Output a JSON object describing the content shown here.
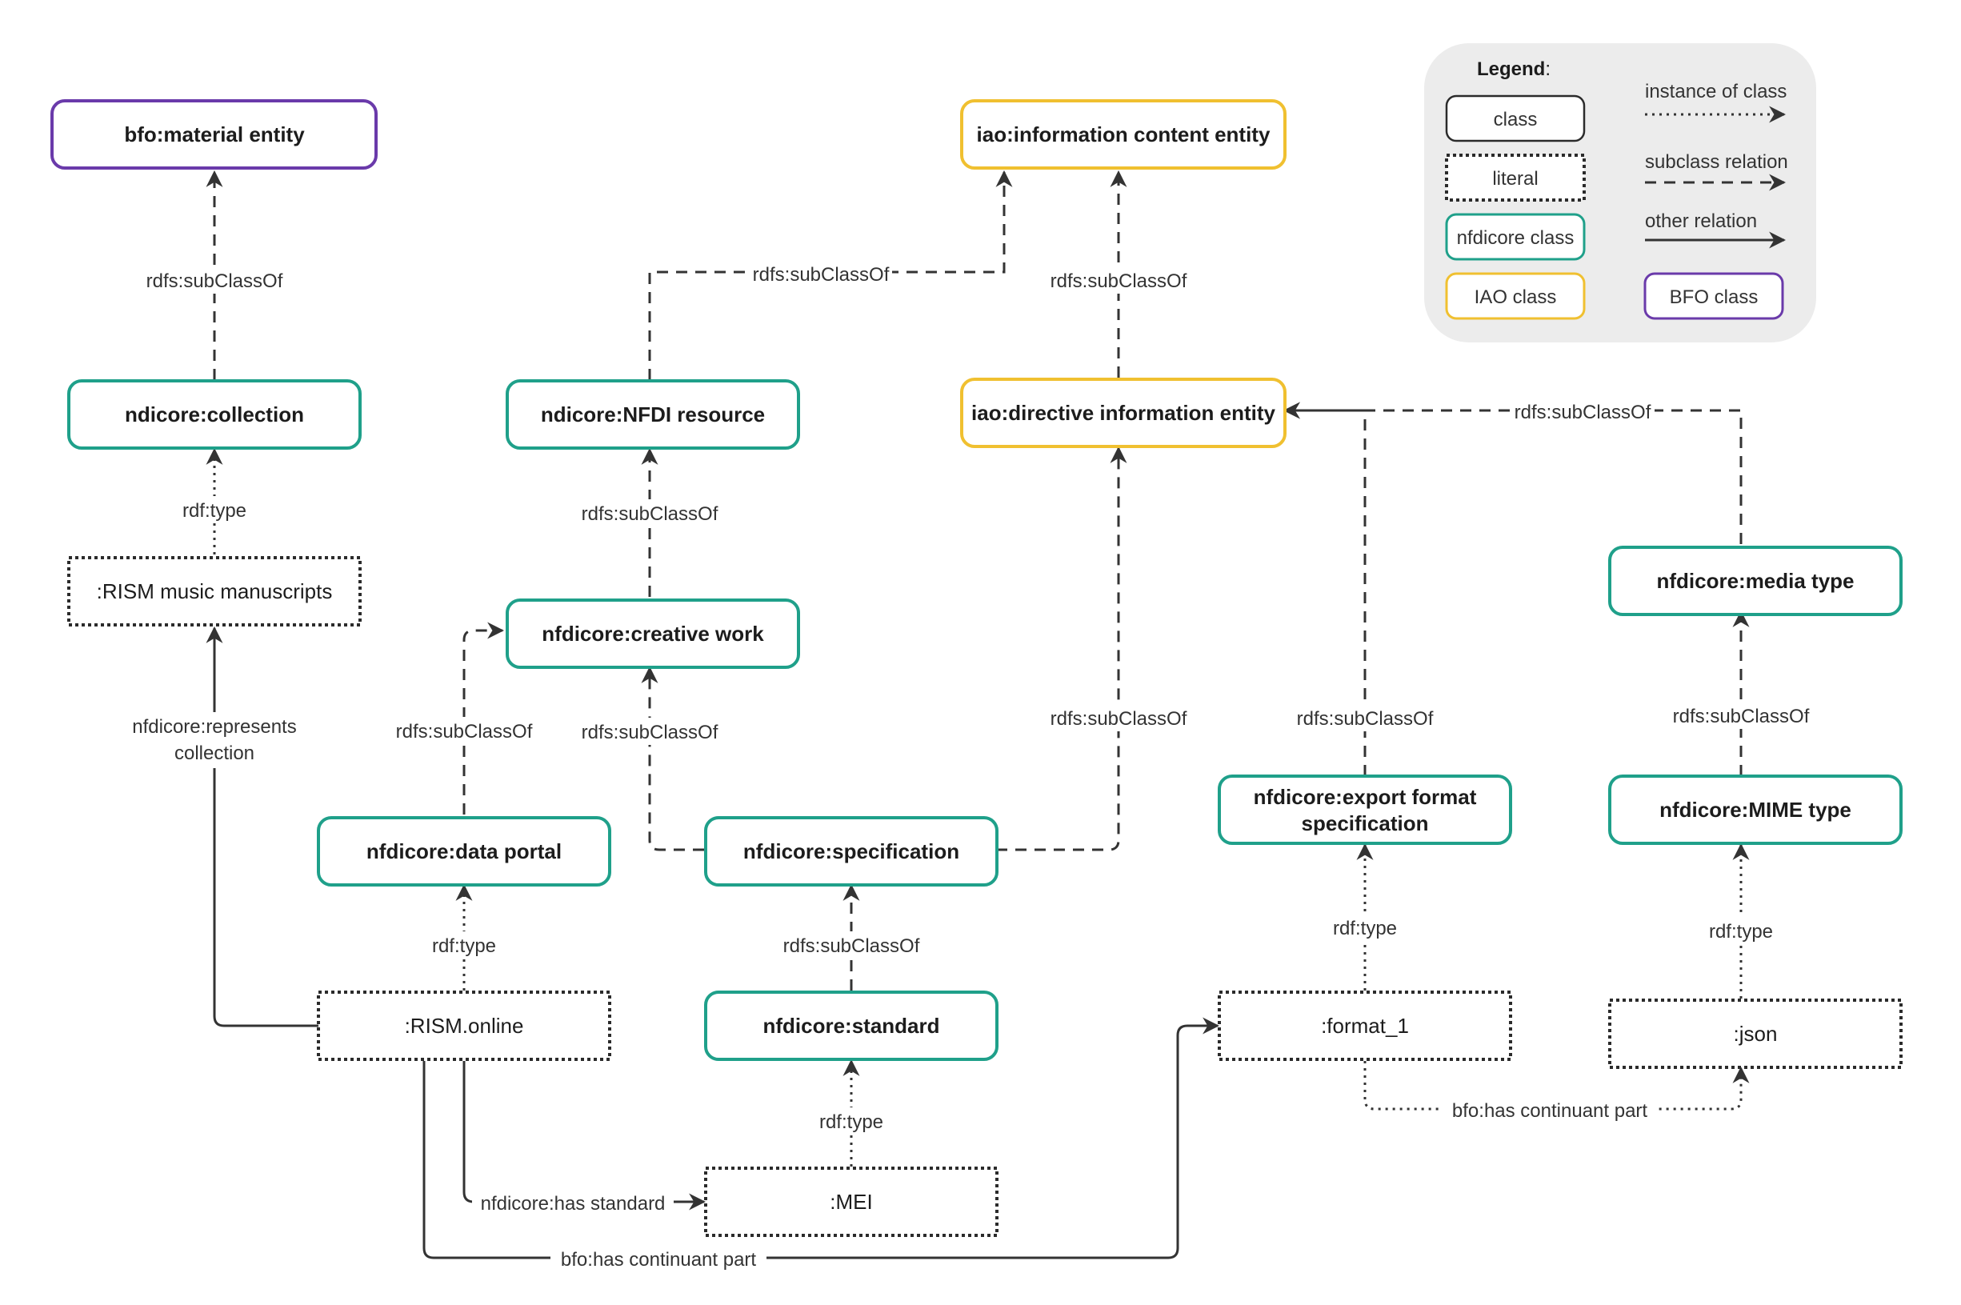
{
  "colors": {
    "class_border": "#2b2b2b",
    "nfdicore_border": "#1fa08a",
    "iao_border": "#f0c030",
    "bfo_border": "#6a3aaa",
    "edge": "#333333",
    "legend_bg": "#ececec"
  },
  "nodes": {
    "bfo_material_entity": "bfo:material entity",
    "iao_ice": "iao:information content entity",
    "ndicore_collection": "ndicore:collection",
    "ndicore_nfdi_resource": "ndicore:NFDI resource",
    "iao_die": "iao:directive information entity",
    "rism_manuscripts": ":RISM music manuscripts",
    "creative_work": "nfdicore:creative work",
    "media_type": "nfdicore:media type",
    "data_portal": "nfdicore:data portal",
    "specification": "nfdicore:specification",
    "export_format_line1": "nfdicore:export format",
    "export_format_line2": "specification",
    "mime_type": "nfdicore:MIME type",
    "rism_online": ":RISM.online",
    "standard": "nfdicore:standard",
    "format_1": ":format_1",
    "json": ":json",
    "mei": ":MEI"
  },
  "edges": {
    "subclass_collection": "rdfs:subClassOf",
    "subclass_resource_ice": "rdfs:subClassOf",
    "subclass_die_ice": "rdfs:subClassOf",
    "subclass_media_die": "rdfs:subClassOf",
    "type_manuscripts": "rdf:type",
    "subclass_creative_resource": "rdfs:subClassOf",
    "represents_line1": "nfdicore:represents",
    "represents_line2": "collection",
    "subclass_portal": "rdfs:subClassOf",
    "subclass_spec_creative": "rdfs:subClassOf",
    "subclass_spec_die": "rdfs:subClassOf",
    "subclass_export_die": "rdfs:subClassOf",
    "subclass_mime_media": "rdfs:subClassOf",
    "type_format": "rdf:type",
    "type_json": "rdf:type",
    "type_portal": "rdf:type",
    "subclass_standard_spec": "rdfs:subClassOf",
    "continuant_part_json": "bfo:has continuant part",
    "type_mei": "rdf:type",
    "has_standard": "nfdicore:has standard",
    "continuant_part_format": "bfo:has continuant part"
  },
  "legend": {
    "title": "Legend",
    "title_suffix": ":",
    "class": "class",
    "literal": "literal",
    "nfdicore_class": "nfdicore class",
    "iao_class": "IAO class",
    "bfo_class": "BFO class",
    "instance_of_class": "instance of class",
    "subclass_relation": "subclass relation",
    "other_relation": "other relation"
  }
}
